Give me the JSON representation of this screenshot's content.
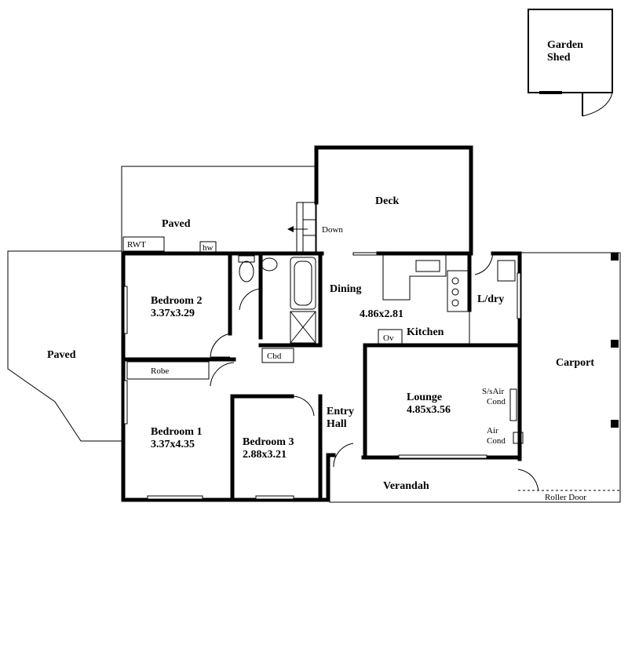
{
  "rooms": {
    "garden_shed": [
      "Garden",
      "Shed"
    ],
    "deck": "Deck",
    "paved_top": "Paved",
    "down": "Down",
    "rwt": "RWT",
    "hw": "hw",
    "paved_left": "Paved",
    "bedroom2": [
      "Bedroom 2",
      "3.37x3.29"
    ],
    "dining": "Dining",
    "dining_size": "4.86x2.81",
    "kitchen": "Kitchen",
    "ov": "Ov",
    "laundry": "L/dry",
    "carport": "Carport",
    "cbd": "Cbd",
    "robe": "Robe",
    "bedroom1": [
      "Bedroom 1",
      "3.37x4.35"
    ],
    "bedroom3": [
      "Bedroom 3",
      "2.88x3.21"
    ],
    "entry_hall": [
      "Entry",
      "Hall"
    ],
    "lounge": [
      "Lounge",
      "4.85x3.56"
    ],
    "ss_air": [
      "S/sAir",
      "Cond"
    ],
    "air_cond": [
      "Air",
      "Cond"
    ],
    "verandah": "Verandah",
    "roller_door": "Roller Door"
  }
}
